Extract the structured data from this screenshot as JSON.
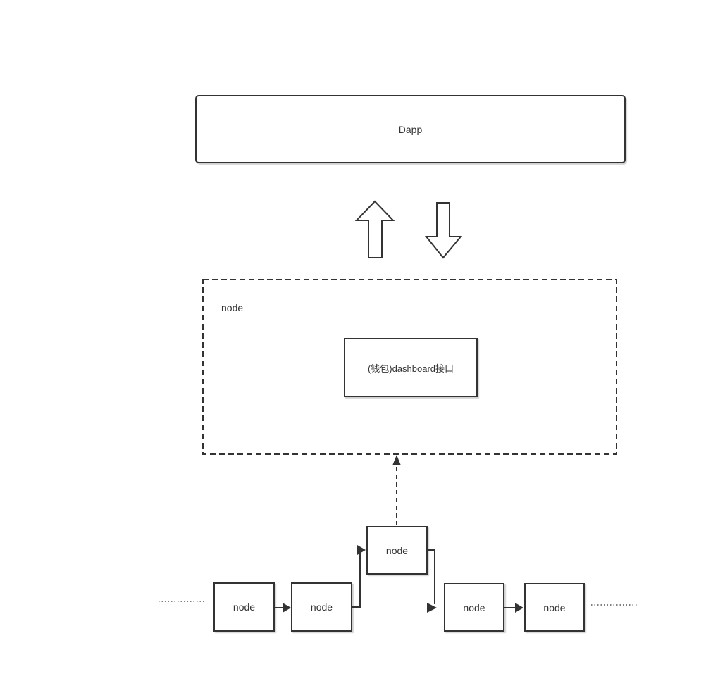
{
  "colors": {
    "stroke": "#333333",
    "text": "#333333",
    "background": "#ffffff"
  },
  "dapp_box": {
    "label": "Dapp"
  },
  "flow_icons": {
    "up": "block-arrow-up",
    "down": "block-arrow-down"
  },
  "node_container": {
    "label": "node",
    "dashboard_box": {
      "label": "(钱包)dashboard接口"
    }
  },
  "node_chain": {
    "head_node": {
      "label": "node"
    },
    "nodes": [
      {
        "label": "node"
      },
      {
        "label": "node"
      },
      {
        "label": "node"
      },
      {
        "label": "node"
      }
    ]
  }
}
